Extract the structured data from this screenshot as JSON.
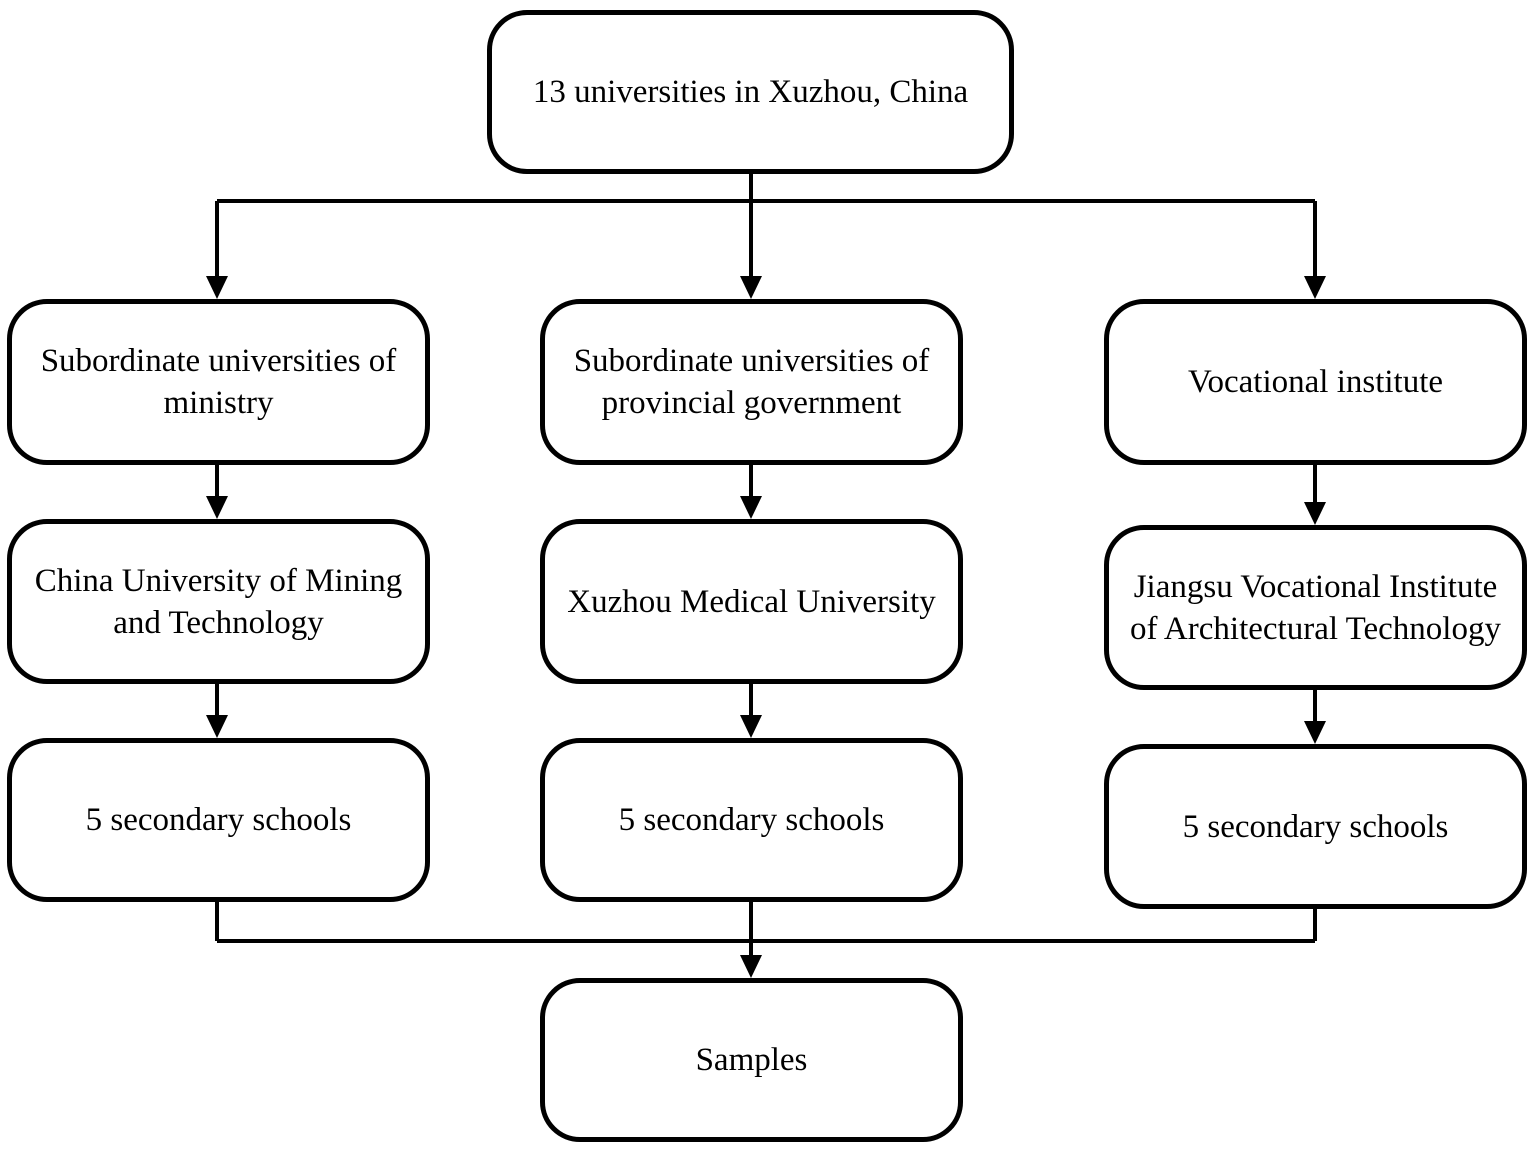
{
  "diagram": {
    "root": {
      "label": "13 universities in Xuzhou, China"
    },
    "branches": [
      {
        "category": "Subordinate universities of ministry",
        "university": "China University of Mining and Technology",
        "schools": "5 secondary schools"
      },
      {
        "category": "Subordinate universities of provincial government",
        "university": "Xuzhou Medical University",
        "schools": "5 secondary schools"
      },
      {
        "category": "Vocational institute",
        "university": "Jiangsu Vocational Institute of Architectural Technology",
        "schools": "5 secondary schools"
      }
    ],
    "sink": {
      "label": "Samples"
    }
  }
}
